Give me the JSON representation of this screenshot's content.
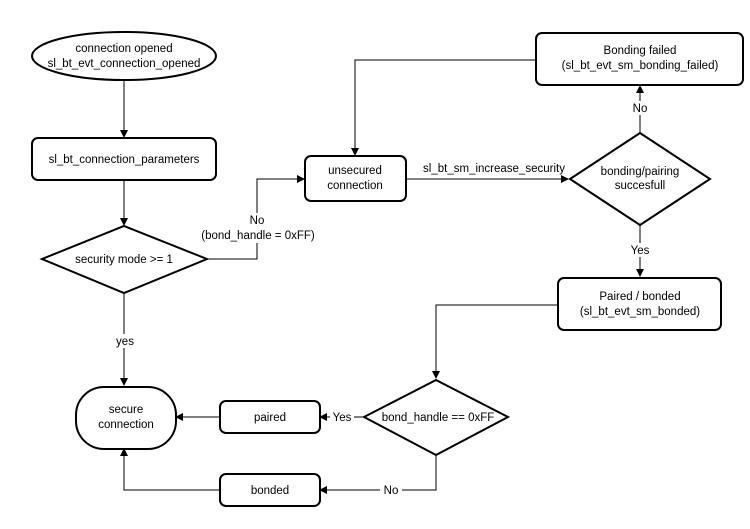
{
  "nodes": {
    "connection_opened": {
      "line1": "connection opened",
      "line2": "sl_bt_evt_connection_opened"
    },
    "connection_parameters": {
      "text": "sl_bt_connection_parameters"
    },
    "security_mode": {
      "text": "security mode >= 1"
    },
    "secure_connection": {
      "line1": "secure",
      "line2": "connection"
    },
    "unsecured_connection": {
      "line1": "unsecured",
      "line2": "connection"
    },
    "bonding_failed": {
      "line1": "Bonding failed",
      "line2": "(sl_bt_evt_sm_bonding_failed)"
    },
    "bonding_pairing_successful": {
      "line1": "bonding/pairing",
      "line2": "succesfull"
    },
    "paired_bonded": {
      "line1": "Paired / bonded",
      "line2": "(sl_bt_evt_sm_bonded)"
    },
    "bond_handle_check": {
      "text": "bond_handle == 0xFF"
    },
    "paired": {
      "text": "paired"
    },
    "bonded": {
      "text": "bonded"
    }
  },
  "edge_labels": {
    "no_bond_handle_line1": "No",
    "no_bond_handle_line2": "(bond_handle = 0xFF)",
    "yes_security": "yes",
    "increase_security": "sl_bt_sm_increase_security",
    "no_failed": "No",
    "yes_paired": "Yes",
    "yes_bond": "Yes",
    "no_bond": "No"
  }
}
